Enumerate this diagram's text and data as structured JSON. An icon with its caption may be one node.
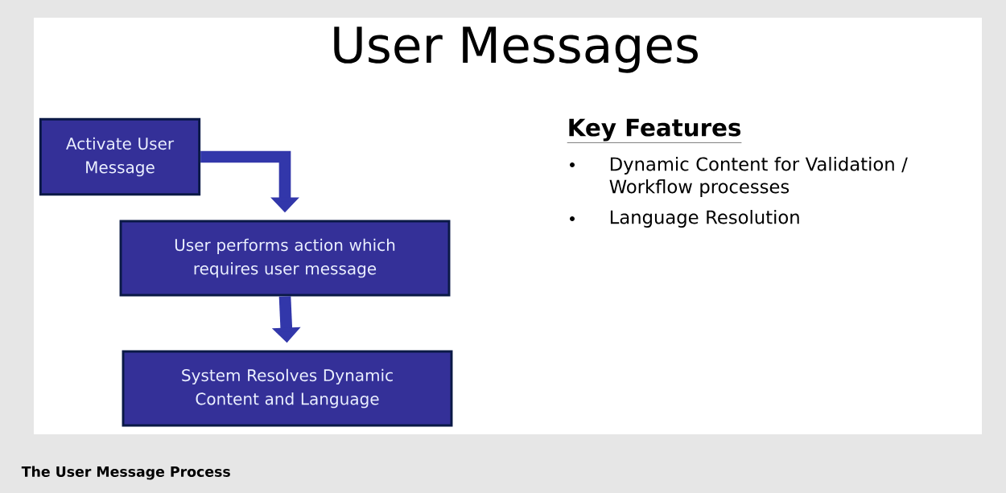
{
  "diagram": {
    "title": "User Messages",
    "caption": "The User Message Process",
    "nodes": [
      {
        "text": [
          "Activate User Message"
        ]
      },
      {
        "text": [
          "User performs action which requires user message"
        ]
      },
      {
        "text": [
          "System Resolves Dynamic Content and Language"
        ]
      }
    ],
    "edges": [
      {
        "from": 0,
        "to": 1,
        "arrow": "to"
      },
      {
        "from": 1,
        "to": 2,
        "arrow": "to"
      }
    ],
    "labels": [
      "Key Features",
      "Dynamic Content for Validation / Workflow processes",
      "Language Resolution"
    ]
  }
}
